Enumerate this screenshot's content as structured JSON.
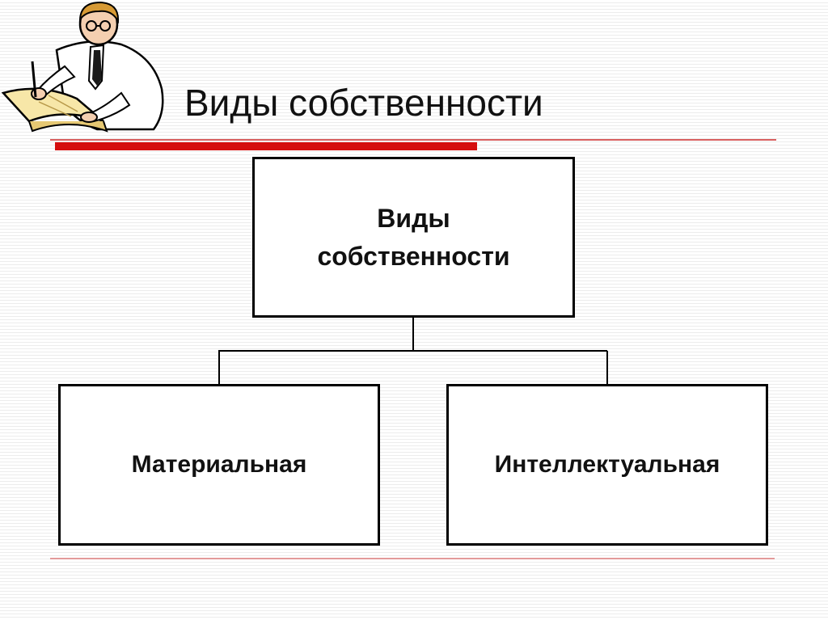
{
  "slide": {
    "title": "Виды собственности"
  },
  "diagram": {
    "root": {
      "label_line1": "Виды",
      "label_line2": "собственности"
    },
    "children": [
      {
        "label": "Материальная"
      },
      {
        "label": "Интеллектуальная"
      }
    ]
  },
  "colors": {
    "accent": "#d50f0f",
    "border": "#000000",
    "text": "#111111"
  },
  "clipart": {
    "icon": "scholar-writing-icon"
  }
}
